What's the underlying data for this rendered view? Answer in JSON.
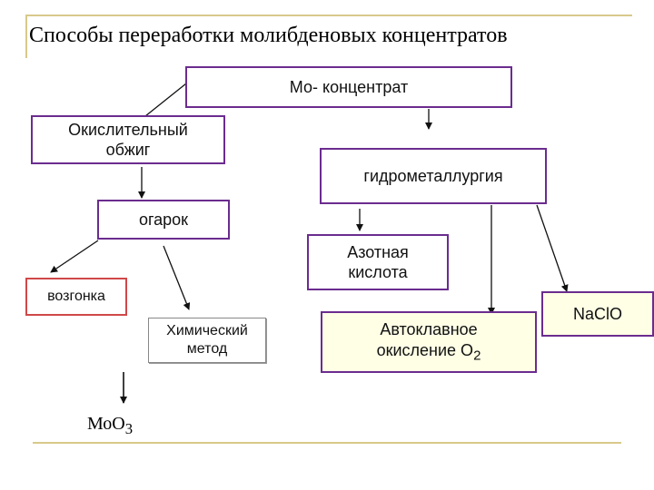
{
  "slide": {
    "title": "Способы переработки молибденовых концентратов"
  },
  "nodes": {
    "mo_concentrate": "Мо- концентрат",
    "oxidative_roasting_line1": "Окислительный",
    "oxidative_roasting_line2": "обжиг",
    "hydrometallurgy": "гидрометаллургия",
    "cinder": "огарок",
    "nitric_acid_line1": "Азотная",
    "nitric_acid_line2": "кислота",
    "sublimation": "возгонка",
    "chemical_method_line1": "Химический",
    "chemical_method_line2": "метод",
    "autoclave_line1": "Автоклавное",
    "autoclave_line2_prefix": "окисление О",
    "autoclave_line2_sub": "2",
    "naclo": "NaClO",
    "moo3_prefix": "МоО",
    "moo3_sub": "3"
  }
}
